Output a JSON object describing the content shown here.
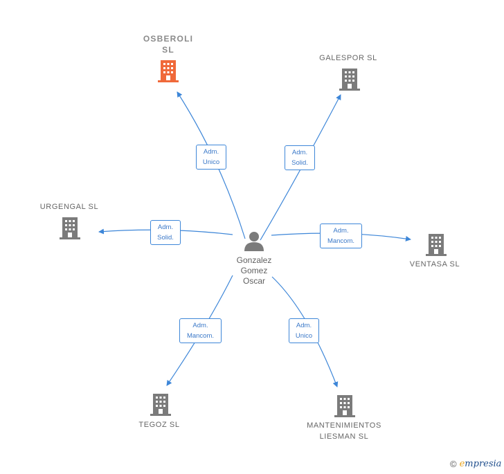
{
  "person": {
    "name": "Gonzalez\nGomez\nOscar"
  },
  "companies": [
    {
      "id": "osberoli",
      "name": "OSBEROLI\nSL",
      "highlight": true
    },
    {
      "id": "galespor",
      "name": "GALESPOR SL",
      "highlight": false
    },
    {
      "id": "urgengal",
      "name": "URGENGAL  SL",
      "highlight": false
    },
    {
      "id": "ventasa",
      "name": "VENTASA SL",
      "highlight": false
    },
    {
      "id": "tegoz",
      "name": "TEGOZ SL",
      "highlight": false
    },
    {
      "id": "mantenimientos",
      "name": "MANTENIMIENTOS\nLIESMAN SL",
      "highlight": false
    }
  ],
  "relations": [
    {
      "to": "osberoli",
      "label": "Adm.\nUnico"
    },
    {
      "to": "galespor",
      "label": "Adm.\nSolid."
    },
    {
      "to": "urgengal",
      "label": "Adm.\nSolid."
    },
    {
      "to": "ventasa",
      "label": "Adm.\nMancom."
    },
    {
      "to": "tegoz",
      "label": "Adm.\nMancom."
    },
    {
      "to": "mantenimientos",
      "label": "Adm.\nUnico"
    }
  ],
  "colors": {
    "edge": "#3d86d8",
    "building": "#7b7b7b",
    "building_highlight": "#f0693a"
  },
  "watermark": {
    "symbol": "©",
    "brand_first": "e",
    "brand_rest": "mpresia"
  }
}
